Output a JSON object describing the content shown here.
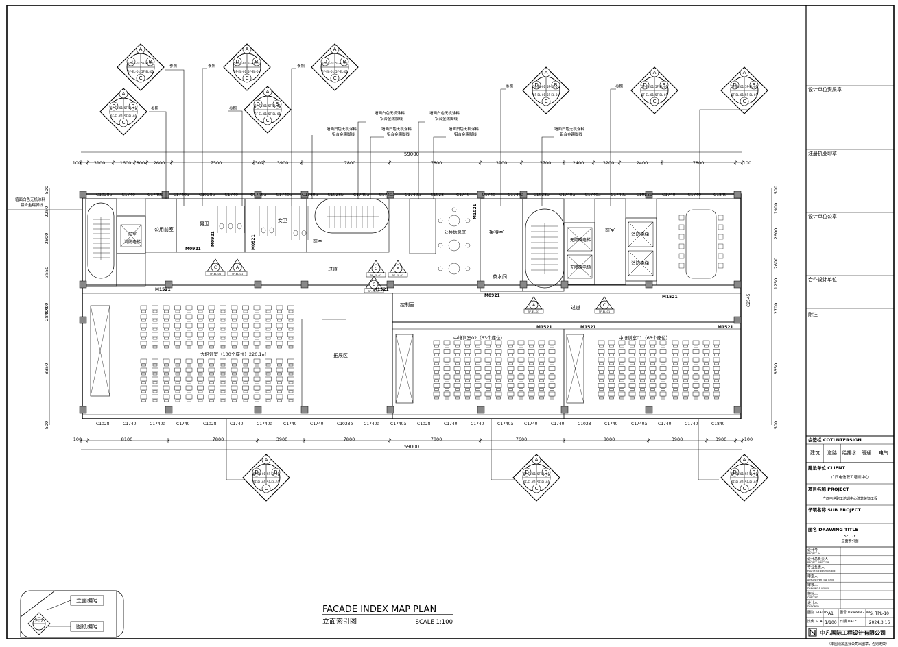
{
  "drawing": {
    "title_en": "FACADE INDEX MAP PLAN",
    "title_cn": "立面索引图",
    "scale": "SCALE 1:100"
  },
  "legend": {
    "facade_no": "立面编号",
    "sheet_no": "图纸编号",
    "sample_code": "E07"
  },
  "dimensions": {
    "top_total": "59000",
    "bottom_total": "59000",
    "top_segments": [
      "100",
      "3100",
      "1600",
      "800",
      "2600",
      "7500",
      "300",
      "3900",
      "7800",
      "7800",
      "3900",
      "3700",
      "2400",
      "3200",
      "2400",
      "7800",
      "100"
    ],
    "bottom_segments": [
      "100",
      "8100",
      "7800",
      "3900",
      "7800",
      "7800",
      "7600",
      "8000",
      "3900",
      "3900",
      "100"
    ],
    "left_segments": [
      "500",
      "2250",
      "2600",
      "3550",
      "2700",
      "28400",
      "8350",
      "500"
    ],
    "right_segments": [
      "500",
      "1900",
      "2600",
      "2600",
      "1250",
      "2700",
      "8350",
      "500"
    ]
  },
  "windows": {
    "top": [
      "C1028b",
      "C1740",
      "C1740a",
      "C1740a",
      "C1028b",
      "C1740",
      "C1740a",
      "C1740a",
      "C1740a",
      "C1028b",
      "C1740a",
      "C1740a",
      "C1740a",
      "C1028",
      "C1740",
      "C1740",
      "C1740a",
      "C1028b",
      "C1740a",
      "C1740a",
      "C1740a",
      "C1028b",
      "C1740",
      "C1740",
      "C1840"
    ],
    "bottom": [
      "C1028",
      "C1740",
      "C1740a",
      "C1740",
      "C1028",
      "C1740",
      "C1740a",
      "C1740",
      "C1740",
      "C1028b",
      "C1740a",
      "C1740a",
      "C1028",
      "C1740",
      "C1740",
      "C1740a",
      "C1740",
      "C1740",
      "C1028",
      "C1740",
      "C1740a",
      "C1740",
      "C1740",
      "C1840"
    ],
    "right_side": "C2545"
  },
  "doors": [
    "M1521",
    "M1521",
    "M1521",
    "M1521",
    "M1521",
    "M1521",
    "M0921",
    "M0921",
    "M0921",
    "M1021",
    "M0921"
  ],
  "rooms": {
    "public_front": "公用前室",
    "fire_elevator": "消防电梯",
    "fire_elevator_front": "前室",
    "male_wc": "男卫",
    "female_wc": "女卫",
    "front_room": "前室",
    "public_leisure": "公共休息区",
    "reception": "接待室",
    "tea_room": "茶水间",
    "front_hall": "前室",
    "elevator1": "消防电梯",
    "elevator2": "消防电梯",
    "corridor": "过道",
    "corridor2": "过道",
    "control_room": "控制室",
    "large_training": "大培训室（100个座位）220.1㎡",
    "expansion_area": "拓展区",
    "mid_training_2": "中培训室02（63个座位）",
    "mid_training_1": "中培训室01（63个座位）",
    "barrier_free_elevator_a": "无障碍电梯",
    "barrier_free_elevator_b": "无障碍电梯"
  },
  "notes": {
    "wall_left": [
      "墙面白色无机涂料",
      "铝合金踢脚线"
    ],
    "wall_1": [
      "墙面白色无机涂料",
      "铝合金踢脚线"
    ],
    "wall_2": [
      "墙面白色无机涂料",
      "铝合金踢脚线"
    ],
    "wall_3": [
      "墙面白色无机涂料",
      "铝合金踢脚线"
    ],
    "wall_4": [
      "墙面白色无机涂料",
      "铝合金踢脚线"
    ],
    "wall_5": [
      "墙面白色无机涂料",
      "铝合金踢脚线"
    ],
    "ref": "参照"
  },
  "index_symbol": {
    "letters": [
      "A",
      "B",
      "C",
      "D"
    ],
    "code": "5F-EL-01"
  },
  "title_block": {
    "design_unit_seal": "设计单位资质章",
    "registered_seal": "注册执业印章",
    "design_unit_stamp": "设计单位公章",
    "coop_unit": "合作设计单位",
    "notes": "附注",
    "countersign": "会签栏 COTLNTERSIGN",
    "disciplines": [
      "建筑",
      "道路",
      "给排水",
      "暖通",
      "电气"
    ],
    "client_label": "建设单位 CLIENT",
    "client_value": "广西电信职工培训中心",
    "project_label": "项目名称 PROJECT",
    "project_value": "广西电信职工培训中心建筑装饰工程",
    "sub_project_label": "子项名称 SUB PROJECT",
    "drawing_title_label": "图名 DRAWING TITLE",
    "drawing_title_value_1": "5F、7F",
    "drawing_title_value_2": "立面索引图",
    "roles": [
      "设计号 PROJECT No.",
      "设计总负责人 PROJECT DIRECTOR",
      "专业负责人 DISCIPLINE RESPONSIBLE",
      "审定人 AUTHORIZED FOR ISSUE",
      "审核人 DRAWING & VERIFY",
      "校对人 CHECKED",
      "设计人 DESIGNED"
    ],
    "status_label": "图别 STATUS",
    "status_value": "A1",
    "drawing_no_label": "图号 DRAWING No.",
    "drawing_no_value": "S. TPL-10",
    "scale_label": "比例 SCALE",
    "scale_value": "1/100",
    "date_label": "日期 DATE",
    "date_value": "2024.3.16",
    "company": "中凡国际工程设计有限公司",
    "disclaimer": "（本图须加盖我公司出图章，否则无效）"
  }
}
